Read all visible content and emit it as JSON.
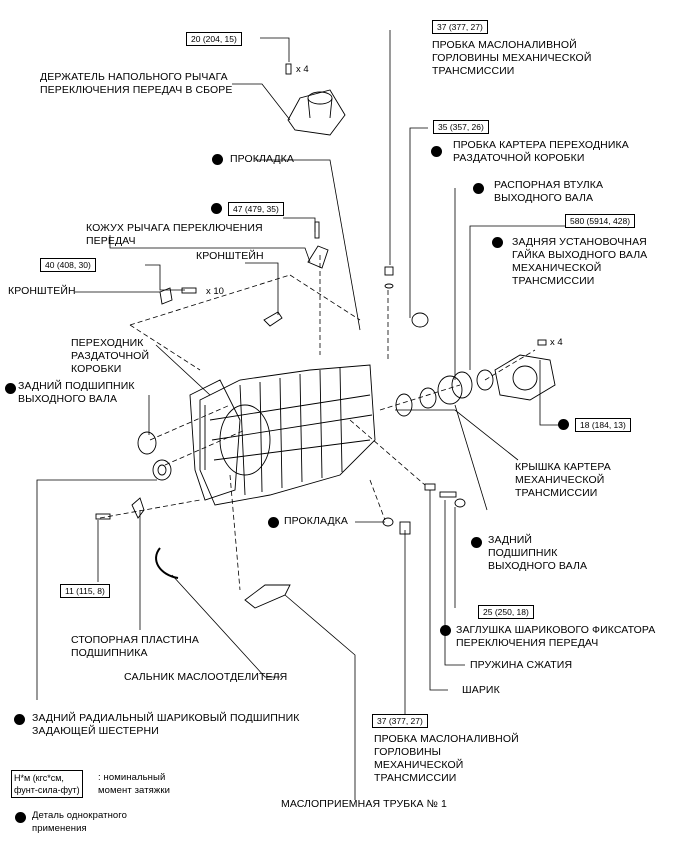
{
  "torque": {
    "t20": "20 (204, 15)",
    "t37a": "37 (377, 27)",
    "t35": "35 (357, 26)",
    "t47": "47 (479, 35)",
    "t580": "580 (5914, 428)",
    "t40": "40 (408, 30)",
    "t18": "18 (184, 13)",
    "t11": "11 (115, 8)",
    "t25": "25 (250, 18)",
    "t37b": "37 (377, 27)"
  },
  "multipliers": {
    "x4a": "x 4",
    "x10": "x 10",
    "x4b": "x 4"
  },
  "labels": {
    "filler_plug_top": "ПРОБКА МАСЛОНАЛИВНОЙ\nГОРЛОВИНЫ МЕХАНИЧЕСКОЙ\nТРАНСМИССИИ",
    "shift_lever_retainer": "ДЕРЖАТЕЛЬ НАПОЛЬНОГО РЫЧАГА\nПЕРЕКЛЮЧЕНИЯ ПЕРЕДАЧ В СБОРЕ",
    "transfer_case_plug": "ПРОБКА КАРТЕРА ПЕРЕХОДНИКА\nРАЗДАТОЧНОЙ КОРОБКИ",
    "gasket_top": "ПРОКЛАДКА",
    "spacer": "РАСПОРНАЯ ВТУЛКА\nВЫХОДНОГО ВАЛА",
    "shift_lever_housing": "КОЖУХ РЫЧАГА ПЕРЕКЛЮЧЕНИЯ\nПЕРЕДАЧ",
    "rear_lock_nut": "ЗАДНЯЯ УСТАНОВОЧНАЯ\nГАЙКА ВЫХОДНОГО ВАЛА\nМЕХАНИЧЕСКОЙ\nТРАНСМИССИИ",
    "bracket_1": "КРОНШТЕЙН",
    "bracket_2": "КРОНШТЕЙН",
    "adapter": "ПЕРЕХОДНИК\nРАЗДАТОЧНОЙ\nКОРОБКИ",
    "rear_bearing_left": "ЗАДНИЙ ПОДШИПНИК\nВЫХОДНОГО ВАЛА",
    "case_cover": "КРЫШКА КАРТЕРА\nМЕХАНИЧЕСКОЙ\nТРАНСМИССИИ",
    "gasket_bottom": "ПРОКЛАДКА",
    "rear_bearing_right": "ЗАДНИЙ\nПОДШИПНИК\nВЫХОДНОГО ВАЛА",
    "bearing_retainer": "СТОПОРНАЯ ПЛАСТИНА\nПОДШИПНИКА",
    "detent_plug": "ЗАГЛУШКА ШАРИКОВОГО ФИКСАТОРА\nПЕРЕКЛЮЧЕНИЯ ПЕРЕДАЧ",
    "compression_spring": "ПРУЖИНА СЖАТИЯ",
    "oil_separator": "САЛЬНИК МАСЛООТДЕЛИТЕЛЯ",
    "ball": "ШАРИК",
    "counter_gear_bearing": "ЗАДНИЙ РАДИАЛЬНЫЙ ШАРИКОВЫЙ ПОДШИПНИК\nЗАДАЮЩЕЙ ШЕСТЕРНИ",
    "filler_plug_bottom": "ПРОБКА МАСЛОНАЛИВНОЙ\nГОРЛОВИНЫ\nМЕХАНИЧЕСКОЙ\nТРАНСМИССИИ",
    "oil_strainer": "МАСЛОПРИЕМНАЯ ТРУБКА № 1"
  },
  "legend": {
    "units_box": "Н*м (кгс*см,\nфунт-сила-фут)",
    "units_text": ": номинальный\nмомент затяжки",
    "nonreusable_text": "Деталь однократного\nприменения"
  },
  "colors": {
    "ink": "#000000",
    "background": "#ffffff"
  }
}
